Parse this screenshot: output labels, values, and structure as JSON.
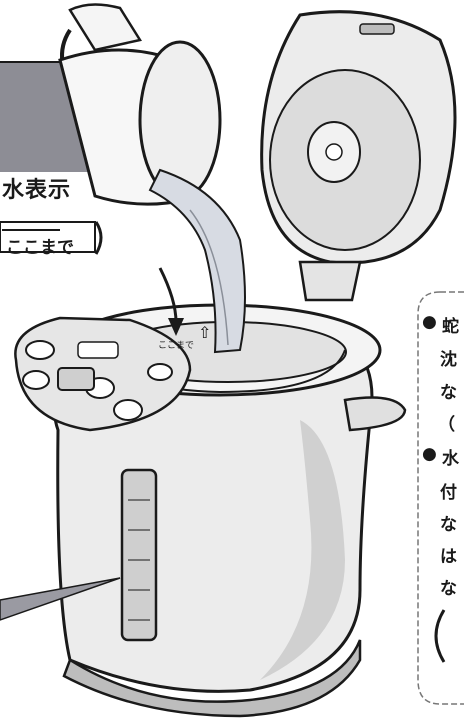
{
  "illustration": {
    "subject": "electric-thermos-pot-being-filled-with-water",
    "colors": {
      "band": "#8d8d95",
      "outline": "#1a1a1a",
      "shade": "#c9c9c9",
      "light": "#efefef"
    }
  },
  "labels": {
    "water_level_heading": "水表示",
    "water_level_tag": "ここまで",
    "lid_mark": "ここまで",
    "lid_arrow_mark": "⇧"
  },
  "side_notes": [
    {
      "bullet": "●",
      "lines": [
        "蛇",
        "沈",
        "な",
        "（"
      ]
    },
    {
      "bullet": "●",
      "lines": [
        "水",
        "付",
        "な",
        "は",
        "な"
      ]
    }
  ]
}
